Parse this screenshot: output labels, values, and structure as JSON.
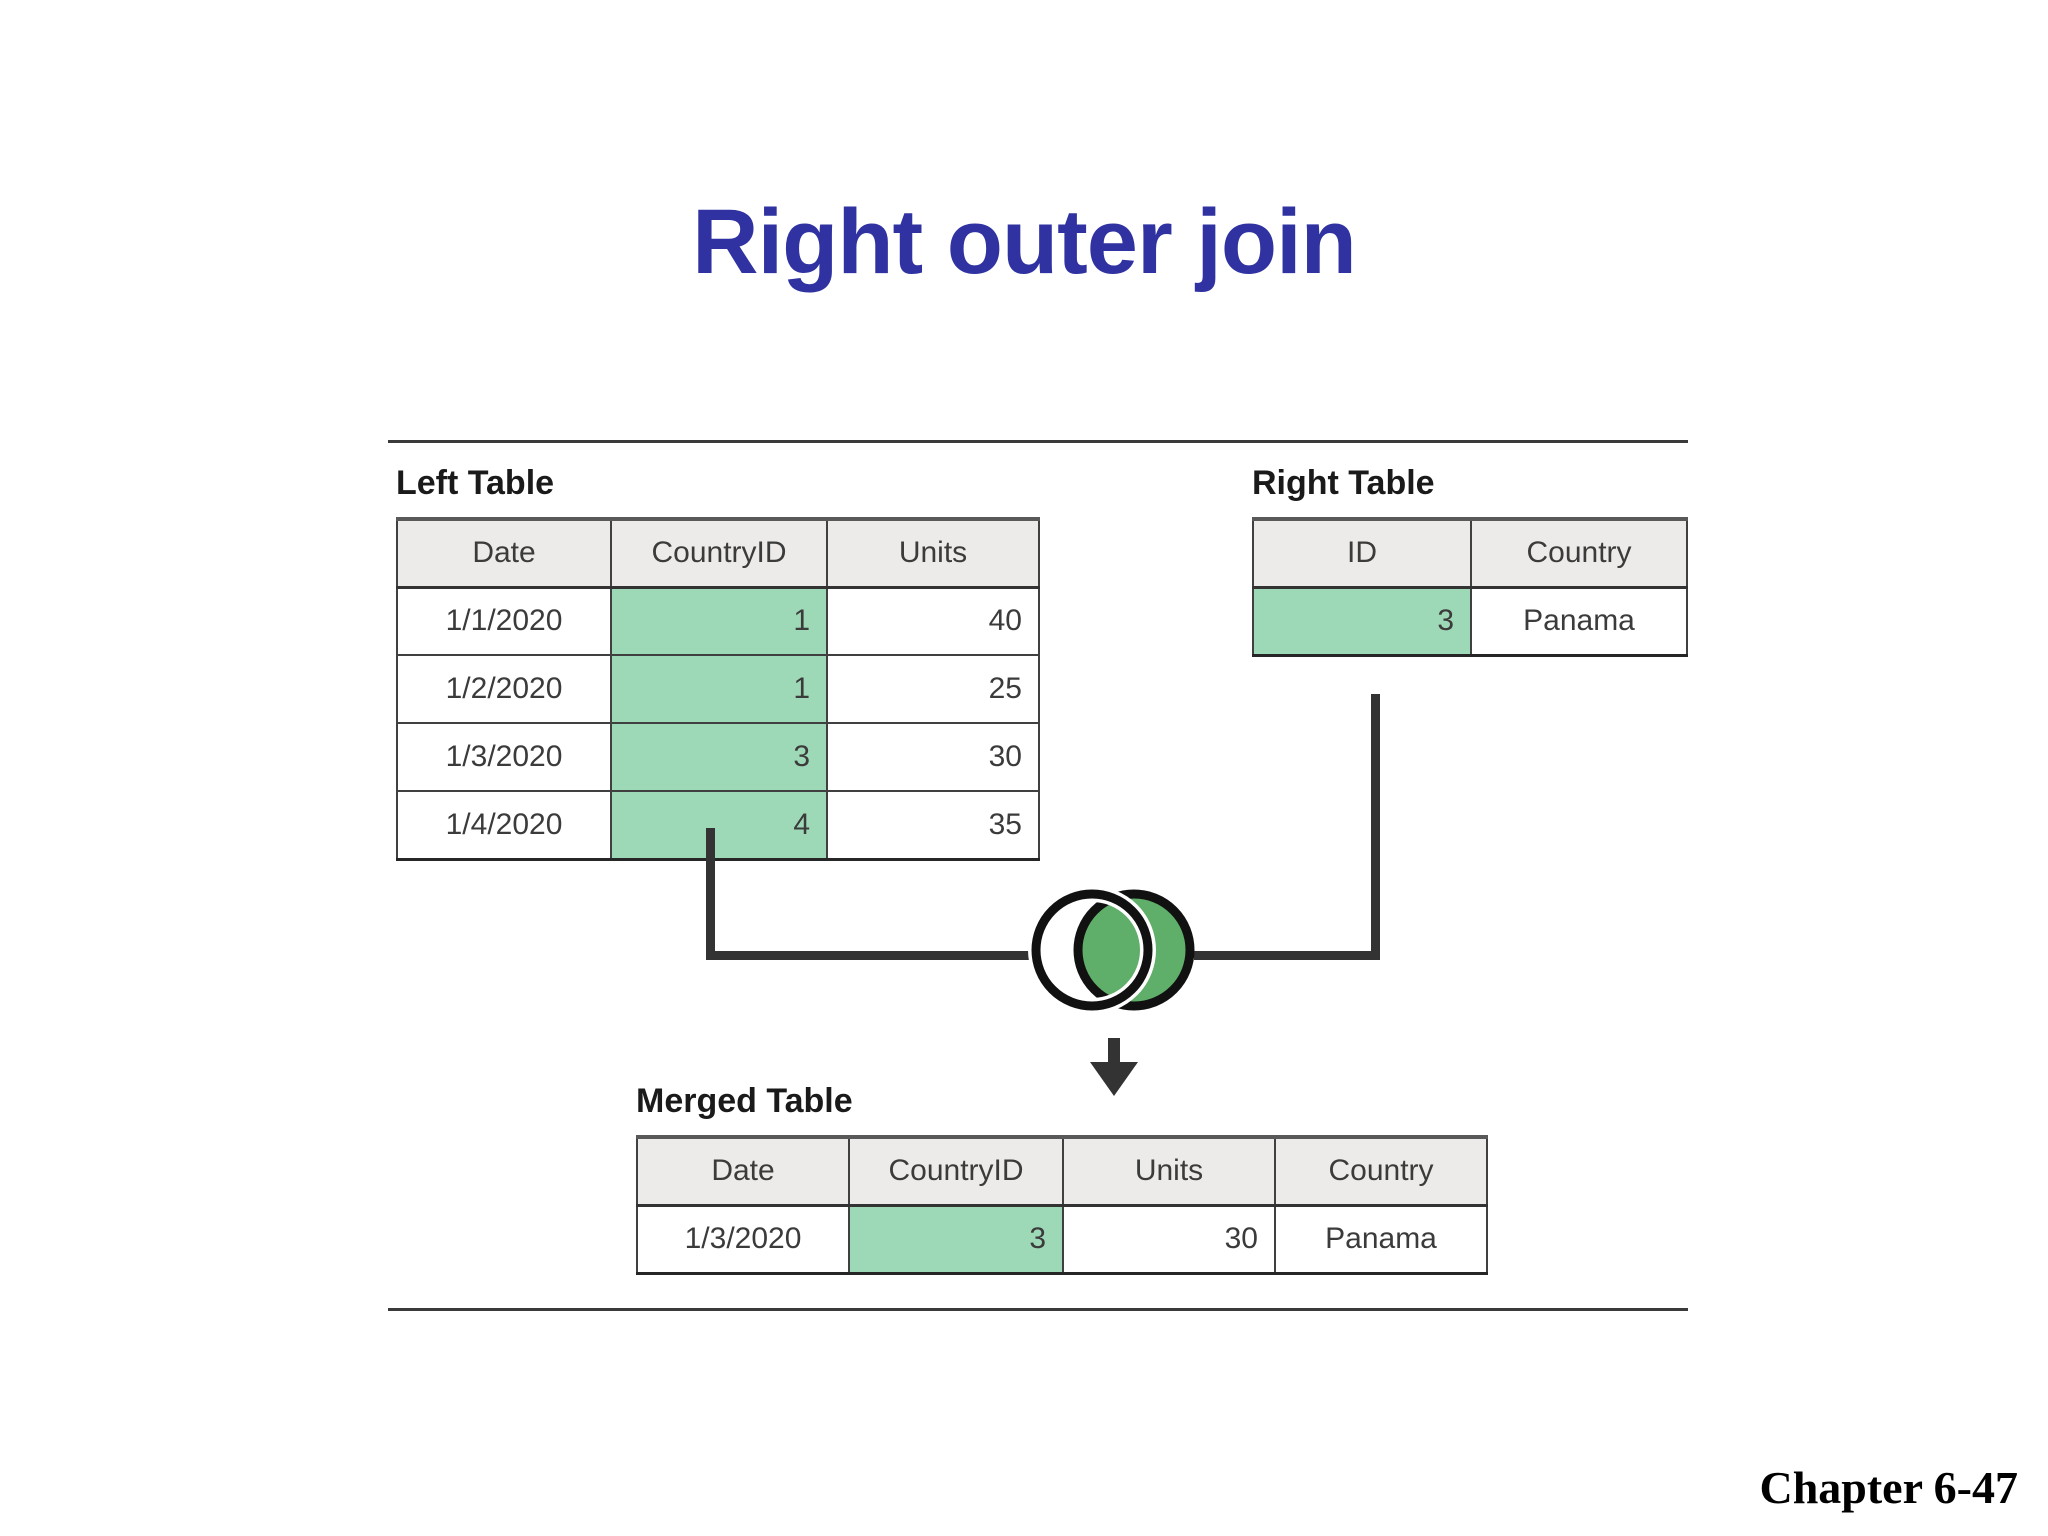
{
  "slide": {
    "title": "Right outer join",
    "title_color": "#2F32A0",
    "footer": "Chapter 6-47",
    "highlight_color": "#9ED9B7",
    "header_fill": "#EDEBE9",
    "venn_fill": "#5FAE69"
  },
  "left_table": {
    "caption": "Left Table",
    "columns": [
      "Date",
      "CountryID",
      "Units"
    ],
    "rows": [
      {
        "date": "1/1/2020",
        "countryid": "1",
        "units": "40"
      },
      {
        "date": "1/2/2020",
        "countryid": "1",
        "units": "25"
      },
      {
        "date": "1/3/2020",
        "countryid": "3",
        "units": "30"
      },
      {
        "date": "1/4/2020",
        "countryid": "4",
        "units": "35"
      }
    ]
  },
  "right_table": {
    "caption": "Right Table",
    "columns": [
      "ID",
      "Country"
    ],
    "rows": [
      {
        "id": "3",
        "country": "Panama"
      }
    ]
  },
  "merged_table": {
    "caption": "Merged Table",
    "columns": [
      "Date",
      "CountryID",
      "Units",
      "Country"
    ],
    "rows": [
      {
        "date": "1/3/2020",
        "countryid": "3",
        "units": "30",
        "country": "Panama"
      }
    ]
  },
  "venn": {
    "name": "right-outer-join-venn",
    "left_circle_filled": false,
    "right_circle_filled": true
  }
}
